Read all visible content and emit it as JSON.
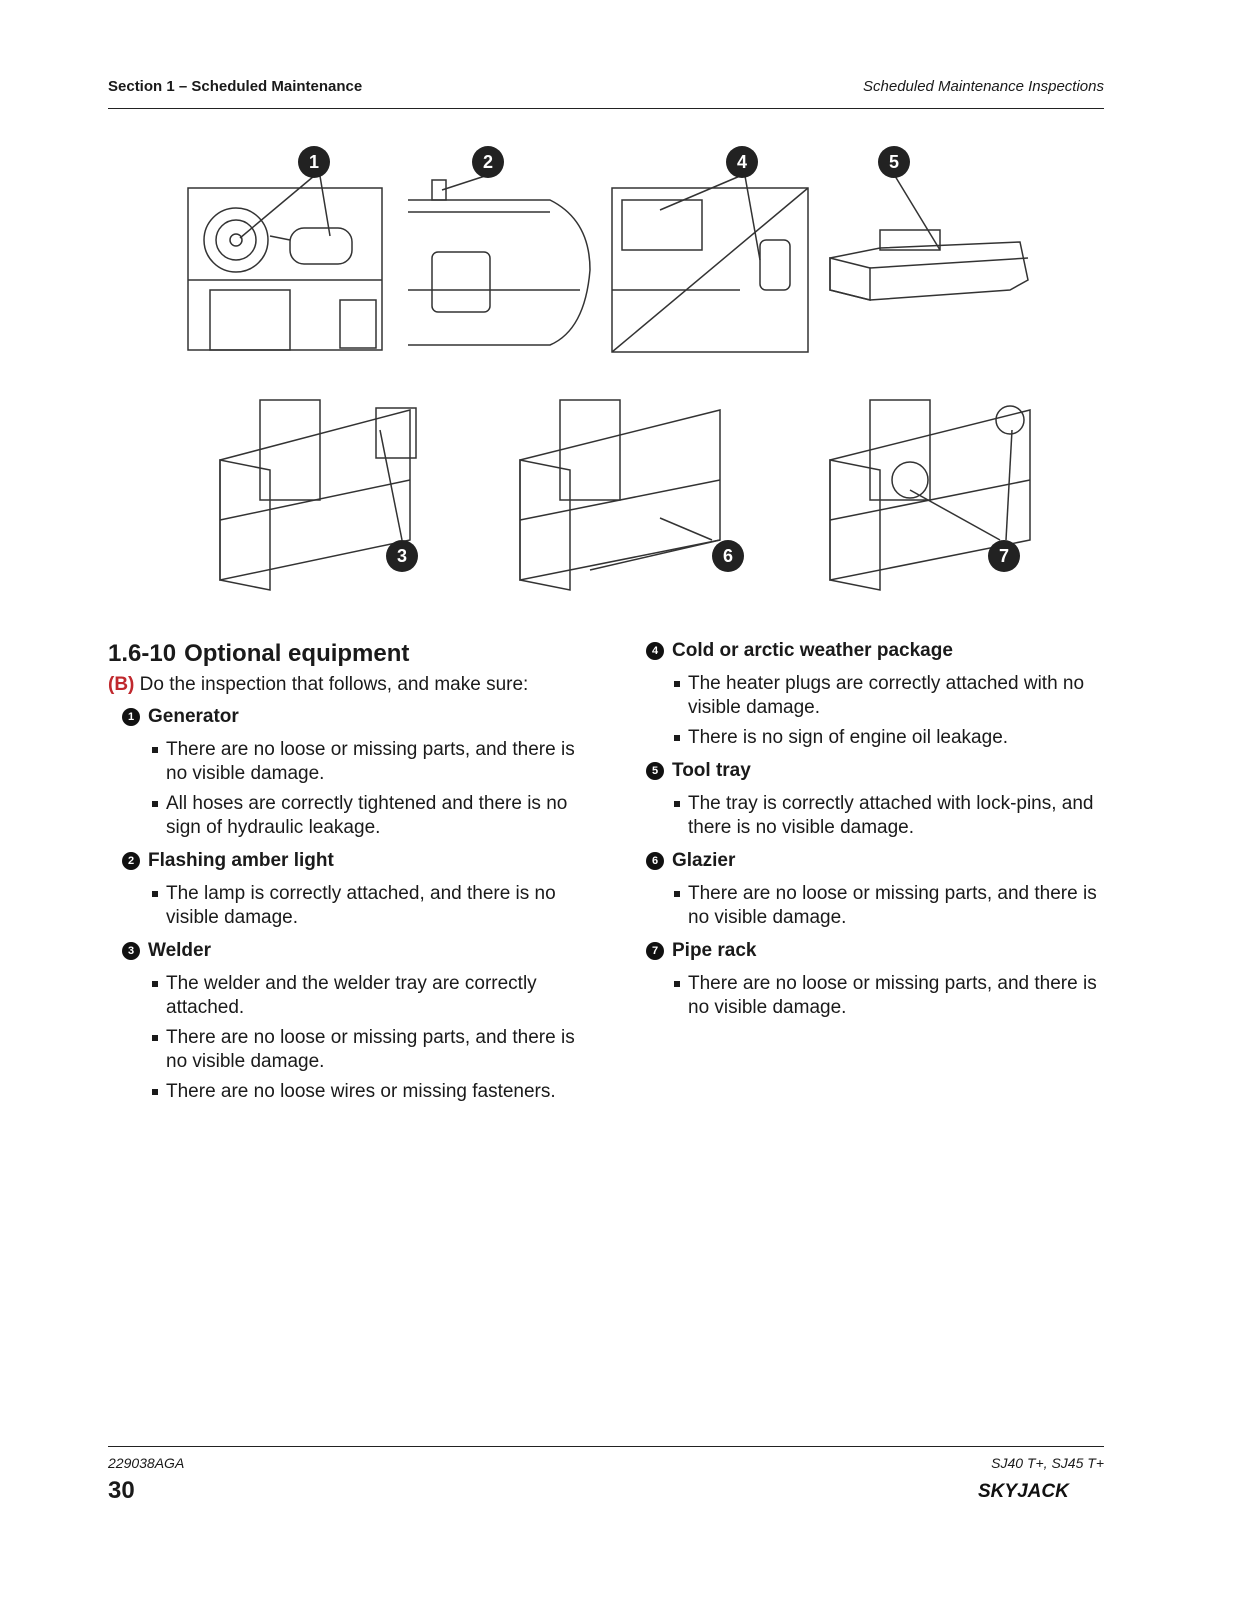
{
  "header": {
    "section": "Section 1 – Scheduled Maintenance",
    "chapter": "Scheduled Maintenance Inspections"
  },
  "figure": {
    "callouts": [
      "1",
      "2",
      "4",
      "5",
      "3",
      "6",
      "7"
    ]
  },
  "section": {
    "number": "1.6-10",
    "title": "Optional equipment",
    "intro_tag": "(B)",
    "intro_text": "Do the inspection that follows, and make sure:"
  },
  "items": [
    {
      "num": "1",
      "title": "Generator",
      "bullets": [
        "There are no loose or missing parts, and there is no visible damage.",
        "All hoses are correctly tightened and there is no sign of hydraulic leakage."
      ]
    },
    {
      "num": "2",
      "title": "Flashing amber light",
      "bullets": [
        "The lamp is correctly attached, and there is no visible damage."
      ]
    },
    {
      "num": "3",
      "title": "Welder",
      "bullets": [
        "The welder and the welder tray are correctly attached.",
        "There are no loose or missing parts, and there is no visible damage.",
        "There are no loose wires or missing fasteners."
      ]
    },
    {
      "num": "4",
      "title": "Cold or arctic weather package",
      "bullets": [
        "The heater plugs are correctly attached with no visible damage.",
        "There is no sign of engine oil leakage."
      ]
    },
    {
      "num": "5",
      "title": "Tool tray",
      "bullets": [
        "The tray is correctly attached with lock-pins, and there is no visible damage."
      ]
    },
    {
      "num": "6",
      "title": "Glazier",
      "bullets": [
        "There are no loose or missing parts, and there is no visible damage."
      ]
    },
    {
      "num": "7",
      "title": "Pipe rack",
      "bullets": [
        "There are no loose or missing parts, and there is no visible damage."
      ]
    }
  ],
  "footer": {
    "doc_id": "229038AGA",
    "page": "30",
    "models": "SJ40 T+, SJ45 T+",
    "logo": "SKYJACK"
  }
}
